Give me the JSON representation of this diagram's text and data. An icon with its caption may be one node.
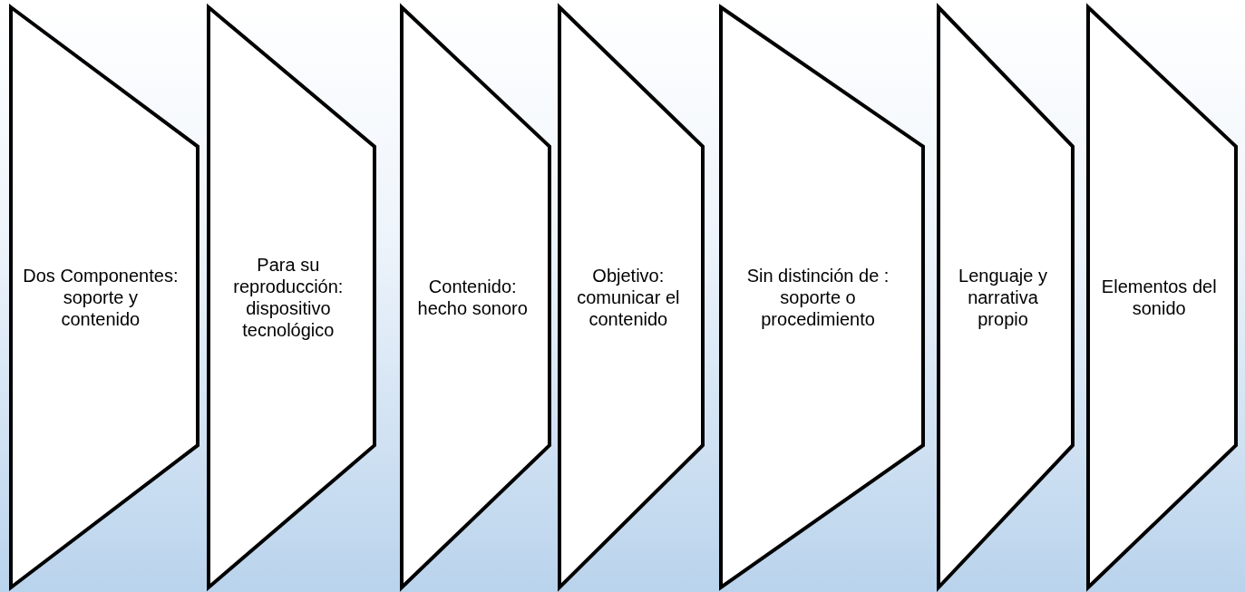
{
  "diagram": {
    "nodes": [
      {
        "text": [
          "Dos Componentes: soporte y contenido"
        ]
      },
      {
        "text": [
          "Para su reproducción: dispositivo tecnológico"
        ]
      },
      {
        "text": [
          "Contenido: hecho sonoro"
        ]
      },
      {
        "text": [
          "Objetivo: comunicar el contenido"
        ]
      },
      {
        "text": [
          "Sin distinción de : soporte o procedimiento"
        ]
      },
      {
        "text": [
          "Lenguaje y narrativa propio"
        ]
      },
      {
        "text": [
          "Elementos del sonido"
        ]
      }
    ]
  }
}
